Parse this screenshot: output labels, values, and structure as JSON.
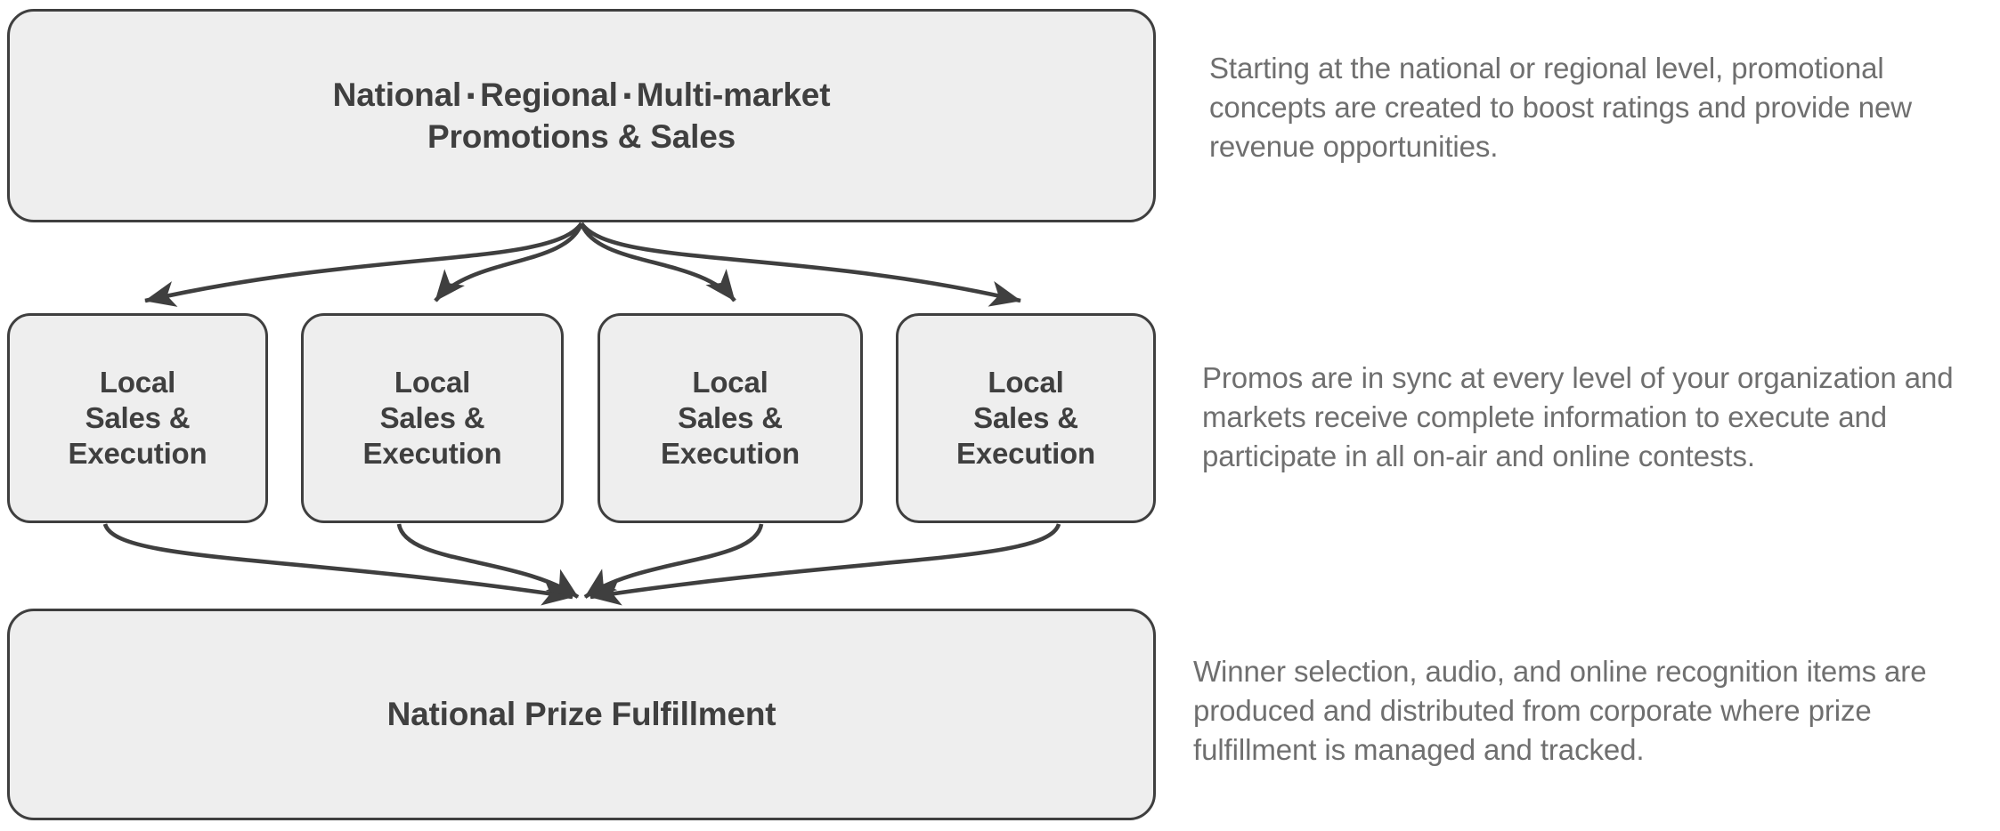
{
  "diagram": {
    "title": "National ▪ Regional ▪ Multi-market Promotions & Sales",
    "top_node": {
      "line1_part1": "National",
      "line1_sep1": "▪",
      "line1_part2": "Regional",
      "line1_sep2": "▪",
      "line1_part3": "Multi-market",
      "line2": "Promotions & Sales"
    },
    "local_nodes": [
      {
        "line1": "Local",
        "line2": "Sales &",
        "line3": "Execution"
      },
      {
        "line1": "Local",
        "line2": "Sales &",
        "line3": "Execution"
      },
      {
        "line1": "Local",
        "line2": "Sales &",
        "line3": "Execution"
      },
      {
        "line1": "Local",
        "line2": "Sales &",
        "line3": "Execution"
      }
    ],
    "bottom_node": {
      "label": "National Prize Fulfillment"
    }
  },
  "descriptions": [
    {
      "text": "Starting at the national or regional level, promotional concepts are created to boost ratings and provide new revenue opportunities."
    },
    {
      "text": "Promos are in sync at every level of your organization and markets receive complete information to execute and participate in all on-air and online contests."
    },
    {
      "text": "Winner selection, audio, and online recognition items are produced and distributed from corporate where prize fulfillment is managed and tracked."
    }
  ],
  "colors": {
    "node_fill": "#eeeeee",
    "node_border": "#3f3f3f",
    "node_text": "#3f3f3f",
    "description_text": "#6f6f6f",
    "connector": "#3f3f3f",
    "background": "#ffffff"
  }
}
